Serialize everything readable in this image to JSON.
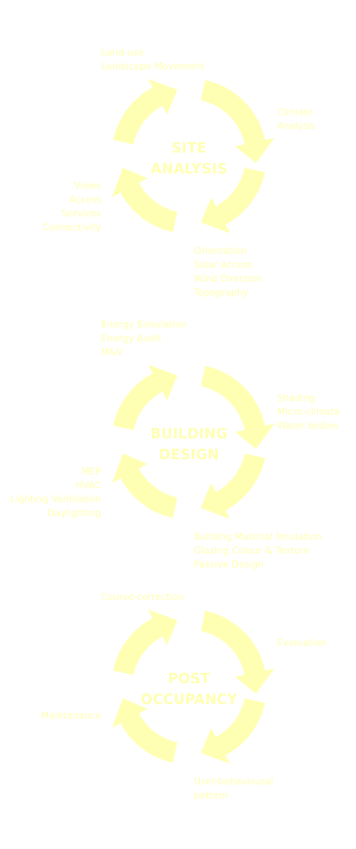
{
  "colors": {
    "arrow": "#ffffb3",
    "text": "#ffffb3",
    "background": "#ffffff"
  },
  "cycles": [
    {
      "center": [
        "SITE",
        "ANALYSIS"
      ],
      "top": [
        "Land-use",
        "Landscape Movement"
      ],
      "right": [
        "Climate",
        "Analysis"
      ],
      "bottom": [
        "Orientation",
        "Solar Access",
        "Wind Direction",
        "Topography"
      ],
      "left": [
        "Views",
        "Access",
        "Services",
        "Connectivity"
      ]
    },
    {
      "center": [
        "BUILDING",
        "DESIGN"
      ],
      "top": [
        "Energy Simulation",
        "Energy Audit",
        "M&V"
      ],
      "right": [
        "Shading",
        "Micro-climate",
        "Water bodies"
      ],
      "bottom": [
        "Building Material Insulation",
        "Glazing Colour & Texture",
        "Passive Design"
      ],
      "left": [
        "MEP",
        "HVAC",
        "Lighting Ventilation",
        "Daylighting"
      ]
    },
    {
      "center": [
        "POST",
        "OCCUPANCY"
      ],
      "top": [
        "Course-correction"
      ],
      "right": [
        "Evaluation"
      ],
      "bottom": [
        "User-behavioural",
        "pattern"
      ],
      "left": [
        "Maintenance"
      ]
    }
  ]
}
